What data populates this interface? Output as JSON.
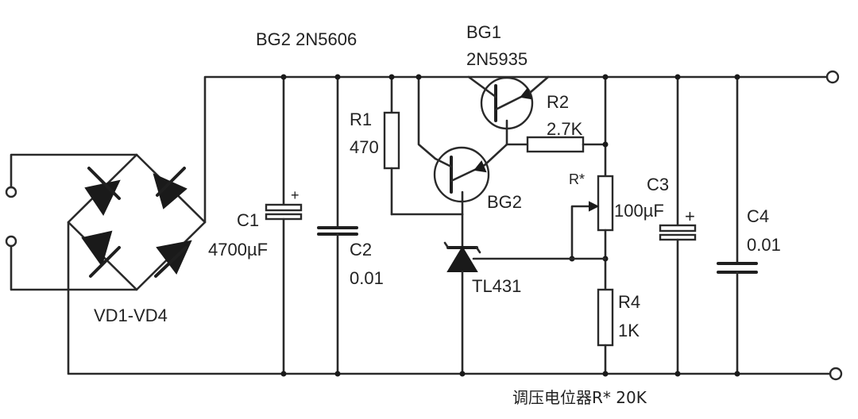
{
  "labels": {
    "bg2_header": "BG2 2N5606",
    "bg1_name": "BG1",
    "bg1_part": "2N5935",
    "r1_name": "R1",
    "r1_value": "470",
    "r2_name": "R2",
    "r2_value": "2.7K",
    "bg2_name": "BG2",
    "rx_name": "R*",
    "c3_name": "C3",
    "c3_value": "100µF",
    "c4_name": "C4",
    "c4_value": "0.01",
    "c1_name": "C1",
    "c1_value": "4700µF",
    "c2_name": "C2",
    "c2_value": "0.01",
    "tl431_name": "TL431",
    "r4_name": "R4",
    "r4_value": "1K",
    "vd_name": "VD1-VD4",
    "caption": "调压电位器R* 20K",
    "c1_plus": "+",
    "c3_plus": "+"
  },
  "colors": {
    "wire": "#2a2a2a",
    "background": "#ffffff",
    "text": "#222222"
  }
}
